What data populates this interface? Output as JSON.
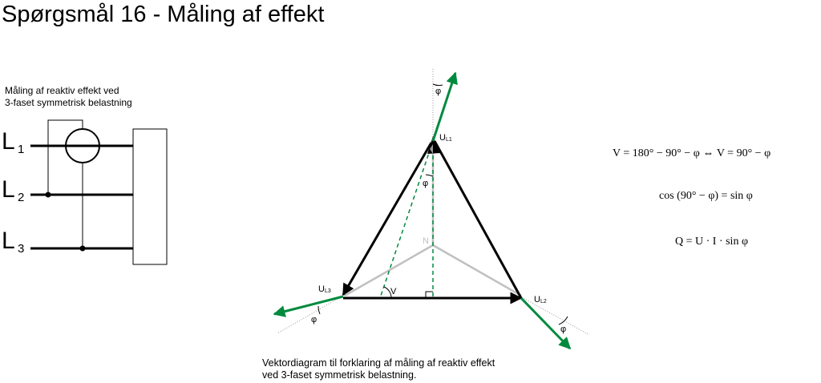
{
  "title": "Spørgsmål 16 - Måling af effekt",
  "circuit": {
    "label_line1": "Måling af reaktiv effekt ved",
    "label_line2": "3-faset symmetrisk belastning",
    "phases": [
      {
        "letter": "L",
        "index": "1"
      },
      {
        "letter": "L",
        "index": "2"
      },
      {
        "letter": "L",
        "index": "3"
      }
    ]
  },
  "diagram": {
    "labels": {
      "ul1_main": "U",
      "ul1_sub": "L1",
      "ul2_main": "U",
      "ul2_sub": "L2",
      "ul3_main": "U",
      "ul3_sub": "L3",
      "neutral": "N",
      "v_angle": "V",
      "phi": "φ"
    },
    "colors": {
      "phase_vector": "#000000",
      "current_vector": "#008a3e",
      "star": "#c0c0c0"
    }
  },
  "caption": {
    "line1": "Vektordiagram til forklaring af måling af reaktiv effekt",
    "line2": "ved 3-faset symmetrisk belastning."
  },
  "formulas": {
    "f1": "V = 180° − 90° − φ  ⇔  V = 90° − φ",
    "f2": "cos (90° − φ) = sin φ",
    "f3": "Q = U · I · sin φ"
  }
}
